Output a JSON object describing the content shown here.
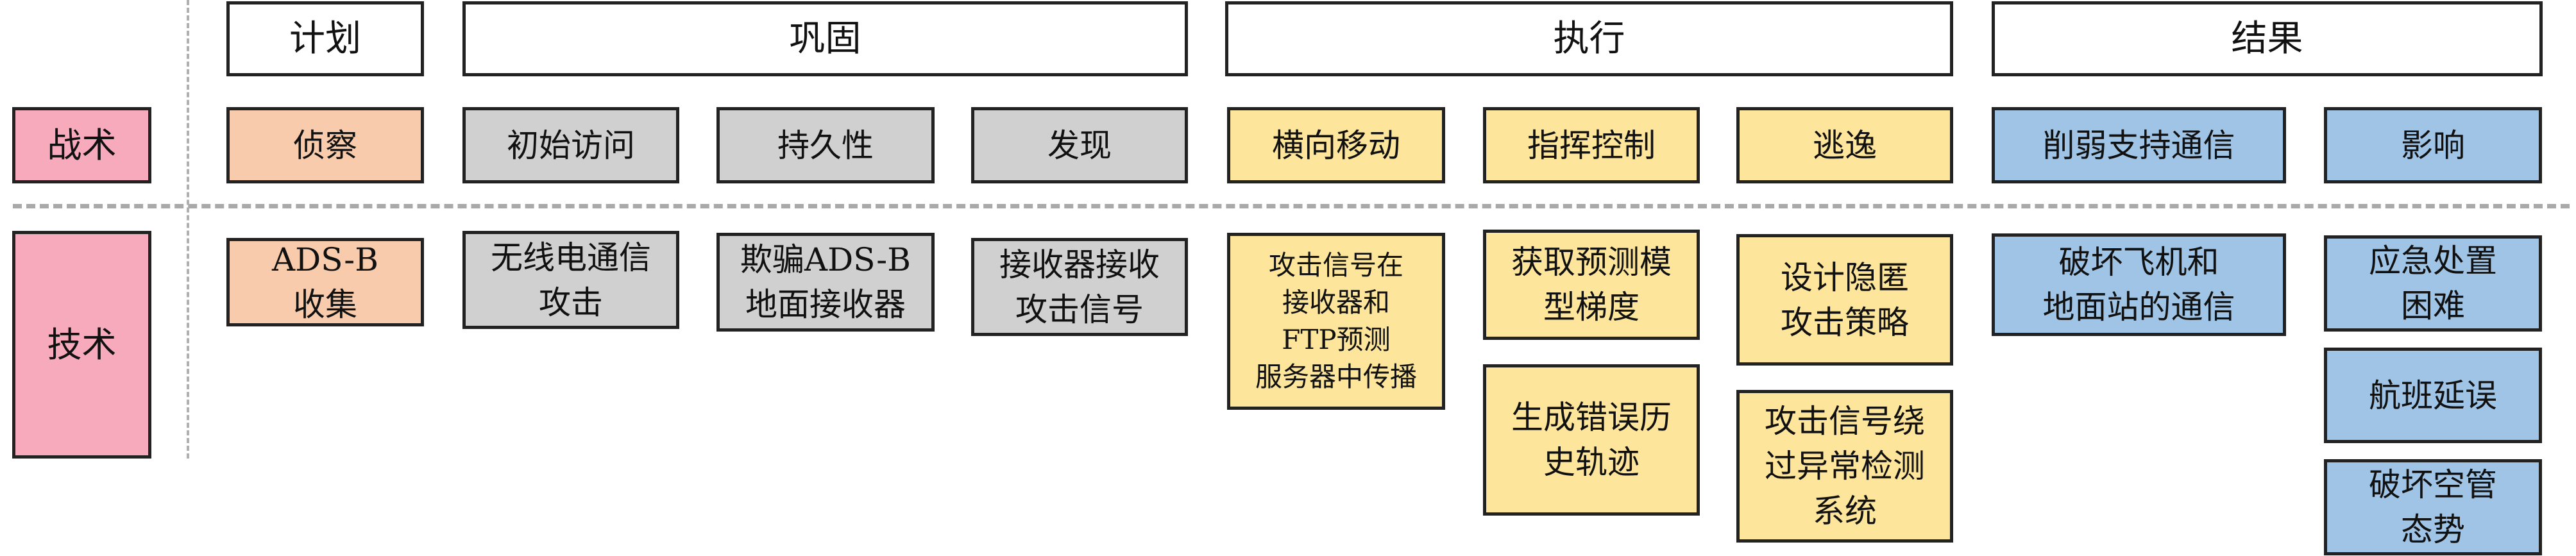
{
  "row_labels": {
    "tactics": "战术",
    "techniques": "技术"
  },
  "phases": [
    "计划",
    "巩固",
    "执行",
    "结果"
  ],
  "tactics": [
    "侦察",
    "初始访问",
    "持久性",
    "发现",
    "横向移动",
    "指挥控制",
    "逃逸",
    "削弱支持通信",
    "影响"
  ],
  "techniques": {
    "recon": [
      "ADS-B\n收集"
    ],
    "initial_access": [
      "无线电通信\n攻击"
    ],
    "persistence": [
      "欺骗ADS-B\n地面接收器"
    ],
    "discovery": [
      "接收器接收\n攻击信号"
    ],
    "lateral_movement": [
      "攻击信号在\n接收器和\nFTP预测\n服务器中传播"
    ],
    "command_control": [
      "获取预测模\n型梯度",
      "生成错误历\n史轨迹"
    ],
    "evasion": [
      "设计隐匿\n攻击策略",
      "攻击信号绕\n过异常检测\n系统"
    ],
    "inhibit_comm": [
      "破坏飞机和\n地面站的通信"
    ],
    "impact": [
      "应急处置\n困难",
      "航班延误",
      "破坏空管\n态势"
    ]
  },
  "colors": {
    "label": "#f8aabd",
    "plan": "#f7cbab",
    "consolidate": "#d1d0d1",
    "execute": "#fde59b",
    "result": "#9fc4e6"
  }
}
